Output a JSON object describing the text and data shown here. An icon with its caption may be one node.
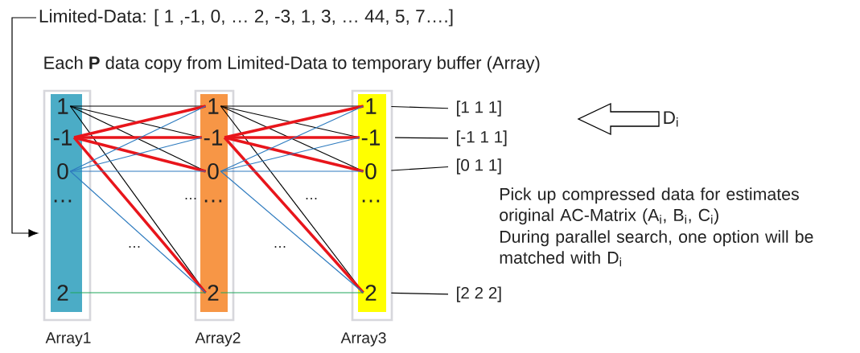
{
  "diagram": {
    "nodes": [
      {
        "text": [
          "Limited-Data: [ 1 ,-1, 0, … 2, -3, 1, 3, … 44, 5, 7….]"
        ]
      },
      {
        "text": [],
        "shape": "bar",
        "beside": [
          "Array1"
        ]
      },
      {
        "text": [
          "1"
        ],
        "in": 1
      },
      {
        "text": [
          "-1"
        ],
        "in": 1
      },
      {
        "text": [
          "0"
        ],
        "in": 1
      },
      {
        "text": [
          "…"
        ],
        "in": 1
      },
      {
        "text": [
          "2"
        ],
        "in": 1
      },
      {
        "text": [],
        "shape": "bar",
        "beside": [
          "Array2"
        ]
      },
      {
        "text": [
          "1"
        ],
        "in": 7
      },
      {
        "text": [
          "-1"
        ],
        "in": 7
      },
      {
        "text": [
          "0"
        ],
        "in": 7
      },
      {
        "text": [
          "…"
        ],
        "in": 7
      },
      {
        "text": [
          "2"
        ],
        "in": 7
      },
      {
        "text": [],
        "shape": "bar",
        "beside": [
          "Array3"
        ]
      },
      {
        "text": [
          "1"
        ],
        "in": 13
      },
      {
        "text": [
          "-1"
        ],
        "in": 13
      },
      {
        "text": [
          "0"
        ],
        "in": 13
      },
      {
        "text": [
          "…"
        ],
        "in": 13
      },
      {
        "text": [
          "2"
        ],
        "in": 13
      },
      {
        "text": [
          "[1 1 1]"
        ]
      },
      {
        "text": [
          "[-1 1 1]"
        ]
      },
      {
        "text": [
          "[0 1 1]"
        ]
      },
      {
        "text": [
          "[2 2 2]"
        ]
      },
      {
        "text": [
          "D$_{i}$"
        ]
      }
    ],
    "edges": [
      {
        "from": 0,
        "to": 1,
        "arrow": "to"
      },
      {
        "from": 2,
        "to": 8,
        "arrow": "none"
      },
      {
        "from": 2,
        "to": 9,
        "arrow": "none"
      },
      {
        "from": 2,
        "to": 10,
        "arrow": "none"
      },
      {
        "from": 2,
        "to": 12,
        "arrow": "none"
      },
      {
        "from": 3,
        "to": 8,
        "arrow": "none",
        "style": "thick",
        "color": "#e8151b"
      },
      {
        "from": 3,
        "to": 9,
        "arrow": "none",
        "style": "thick",
        "color": "#e8151b"
      },
      {
        "from": 3,
        "to": 10,
        "arrow": "none",
        "style": "thick",
        "color": "#e8151b"
      },
      {
        "from": 3,
        "to": 12,
        "arrow": "none",
        "style": "thick",
        "color": "#e8151b"
      },
      {
        "from": 4,
        "to": 8,
        "arrow": "none",
        "color": "#2e7bbf"
      },
      {
        "from": 4,
        "to": 9,
        "arrow": "none",
        "color": "#2e7bbf"
      },
      {
        "from": 4,
        "to": 10,
        "arrow": "none",
        "color": "#2e7bbf"
      },
      {
        "from": 4,
        "to": 12,
        "arrow": "none",
        "color": "#2e7bbf"
      },
      {
        "from": 6,
        "to": 12,
        "arrow": "none",
        "color": "#1ea65a"
      },
      {
        "from": 8,
        "to": 14,
        "arrow": "none"
      },
      {
        "from": 8,
        "to": 15,
        "arrow": "none"
      },
      {
        "from": 8,
        "to": 16,
        "arrow": "none"
      },
      {
        "from": 8,
        "to": 18,
        "arrow": "none"
      },
      {
        "from": 9,
        "to": 14,
        "arrow": "none",
        "style": "thick",
        "color": "#e8151b"
      },
      {
        "from": 9,
        "to": 15,
        "arrow": "none",
        "style": "thick",
        "color": "#e8151b"
      },
      {
        "from": 9,
        "to": 16,
        "arrow": "none",
        "style": "thick",
        "color": "#e8151b"
      },
      {
        "from": 9,
        "to": 18,
        "arrow": "none",
        "style": "thick",
        "color": "#e8151b"
      },
      {
        "from": 10,
        "to": 14,
        "arrow": "none",
        "color": "#2e7bbf"
      },
      {
        "from": 10,
        "to": 15,
        "arrow": "none",
        "color": "#2e7bbf"
      },
      {
        "from": 10,
        "to": 16,
        "arrow": "none",
        "color": "#2e7bbf"
      },
      {
        "from": 10,
        "to": 18,
        "arrow": "none",
        "color": "#2e7bbf"
      },
      {
        "from": 12,
        "to": 18,
        "arrow": "none",
        "color": "#1ea65a"
      },
      {
        "from": 14,
        "to": 19,
        "arrow": "none"
      },
      {
        "from": 15,
        "to": 20,
        "arrow": "none"
      },
      {
        "from": 16,
        "to": 21,
        "arrow": "none"
      },
      {
        "from": 18,
        "to": 22,
        "arrow": "none"
      },
      {
        "from": 23,
        "to": null,
        "arrow": "to"
      }
    ],
    "labels": [
      "Each **P** data copy from Limited-Data to temporary buffer (Array)",
      "…",
      "…",
      "…",
      "…",
      "Pick up compressed data for estimates original AC-Matrix (A$_{i}$, B$_{i}$, C$_{i}$)",
      "During parallel search, one option will be matched with D$_{i}$"
    ]
  }
}
